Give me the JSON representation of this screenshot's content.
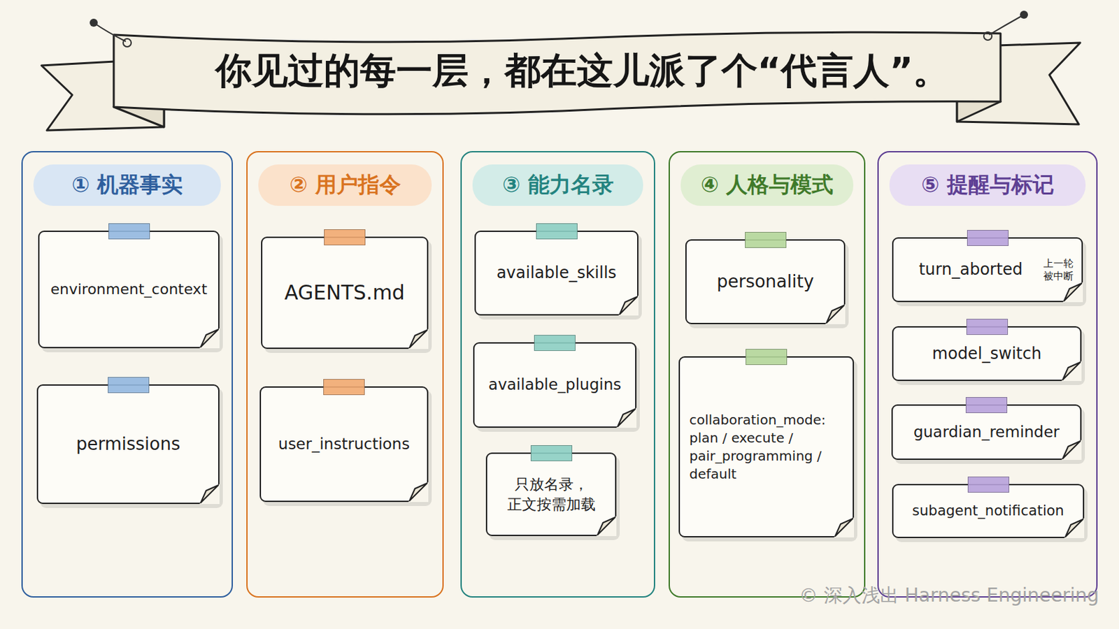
{
  "diagram": {
    "title": "你见过的每一层，都在这儿派了个“代言人”。",
    "nodes": [
      {
        "text": [
          "① 机器事实"
        ]
      },
      {
        "text": [
          "environment_context"
        ],
        "in": 0
      },
      {
        "text": [
          "permissions"
        ],
        "in": 0
      },
      {
        "text": [
          "② 用户指令"
        ]
      },
      {
        "text": [
          "AGENTS.md"
        ],
        "in": 3
      },
      {
        "text": [
          "user_instructions"
        ],
        "in": 3
      },
      {
        "text": [
          "③ 能力名录"
        ]
      },
      {
        "text": [
          "available_skills"
        ],
        "in": 6
      },
      {
        "text": [
          "available_plugins"
        ],
        "in": 6
      },
      {
        "text": [
          "只放名录， 正文按需加载"
        ],
        "in": 6
      },
      {
        "text": [
          "④ 人格与模式"
        ]
      },
      {
        "text": [
          "personality"
        ],
        "in": 10
      },
      {
        "text": [
          "collaboration_mode: plan / execute / pair_programming / default"
        ],
        "in": 10
      },
      {
        "text": [
          "⑤ 提醒与标记"
        ]
      },
      {
        "text": [
          "turn_aborted",
          "上一轮 被中断"
        ],
        "in": 13
      },
      {
        "text": [
          "model_switch"
        ],
        "in": 13
      },
      {
        "text": [
          "guardian_reminder"
        ],
        "in": 13
      },
      {
        "text": [
          "subagent_notification"
        ],
        "in": 13
      }
    ],
    "labels": [
      "© 深入浅出 Harness Engineering"
    ]
  }
}
